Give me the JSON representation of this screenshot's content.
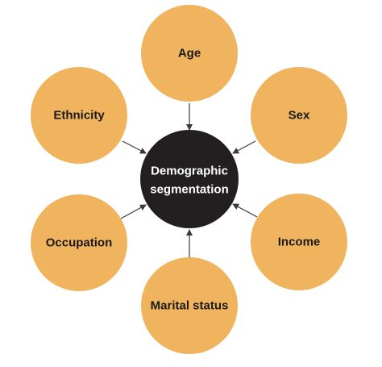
{
  "colors": {
    "outer_fill": "#f0b35e",
    "center_fill": "#231f20",
    "arrow": "#3a3a3a",
    "outer_text": "#1a1a1a",
    "center_text": "#ffffff"
  },
  "center": {
    "line1": "Demographic",
    "line2": "segmentation"
  },
  "nodes": {
    "age": "Age",
    "sex": "Sex",
    "income": "Income",
    "marital_status": "Marital status",
    "occupation": "Occupation",
    "ethnicity": "Ethnicity"
  }
}
